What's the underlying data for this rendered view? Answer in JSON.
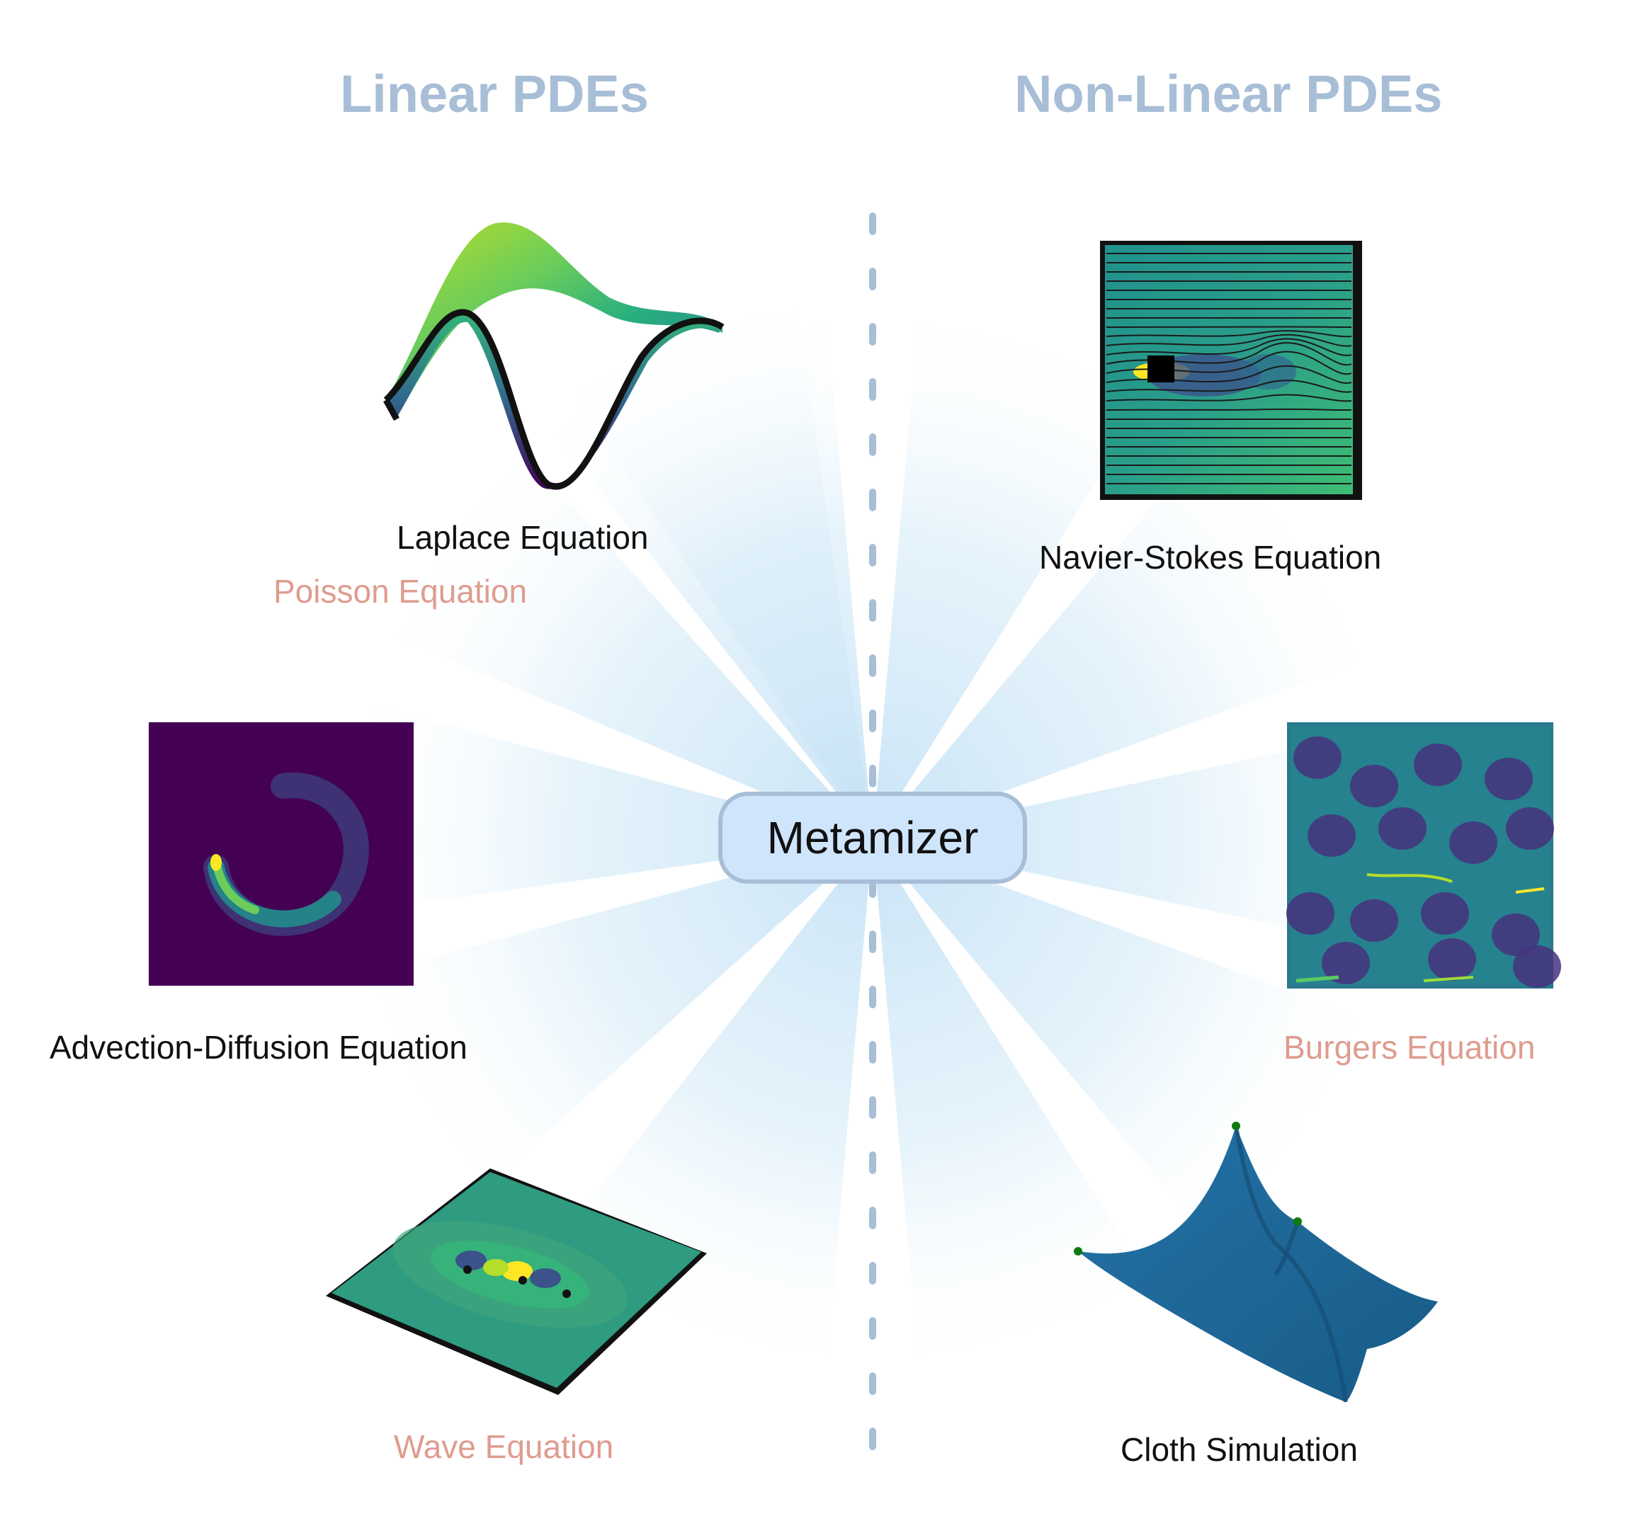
{
  "headings": {
    "linear": "Linear PDEs",
    "nonlinear": "Non-Linear PDEs"
  },
  "center_label": "Metamizer",
  "equations": {
    "laplace": "Laplace Equation",
    "poisson": "Poisson Equation",
    "advection": "Advection-Diffusion Equation",
    "wave": "Wave Equation",
    "navier": "Navier-Stokes Equation",
    "burgers": "Burgers Equation",
    "cloth": "Cloth Simulation"
  },
  "colors": {
    "heading": "#a7bed6",
    "label_black": "#111111",
    "label_pink": "#de9c8f",
    "center_fill": "#cfe5fb",
    "center_border": "#a7bed6",
    "divider": "#a7bed6",
    "viridis_dark": "#440154",
    "viridis_mid": "#21918c",
    "viridis_yellow": "#fde725",
    "cloth_blue": "#1f6a9c"
  }
}
